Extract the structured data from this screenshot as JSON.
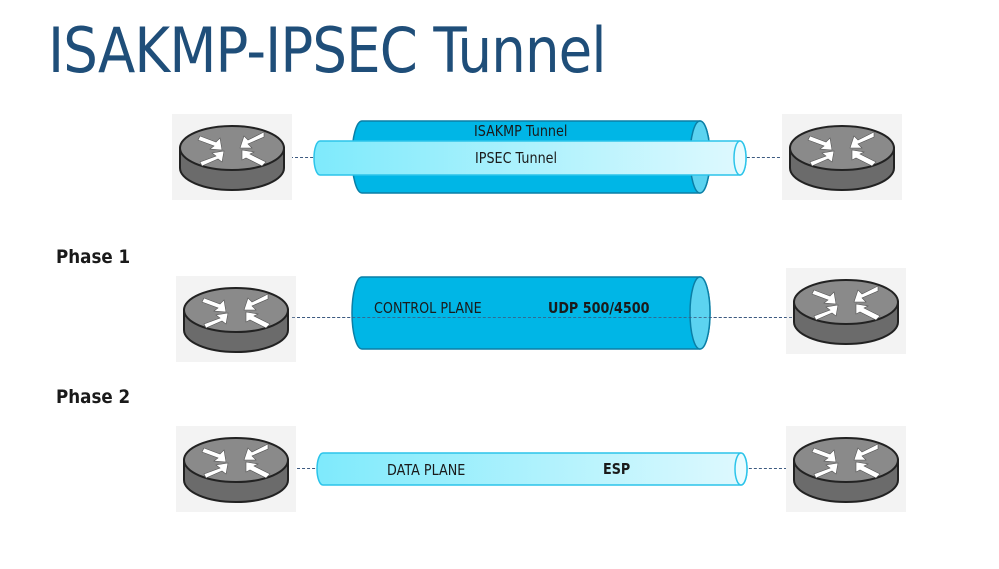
{
  "title": "ISAKMP-IPSEC Tunnel",
  "overview": {
    "outer_tunnel_label": "ISAKMP Tunnel",
    "inner_tunnel_label": "IPSEC Tunnel"
  },
  "phase1": {
    "heading": "Phase 1",
    "plane_label": "CONTROL PLANE",
    "protocol_label": "UDP 500/4500"
  },
  "phase2": {
    "heading": "Phase 2",
    "plane_label": "DATA PLANE",
    "protocol_label": "ESP"
  },
  "icons": {
    "router": "router-icon"
  },
  "colors": {
    "title": "#1f4e79",
    "isakmp_tunnel": "#00b6e6",
    "ipsec_tunnel": "#8ee8fb",
    "router_body": "#808080"
  }
}
